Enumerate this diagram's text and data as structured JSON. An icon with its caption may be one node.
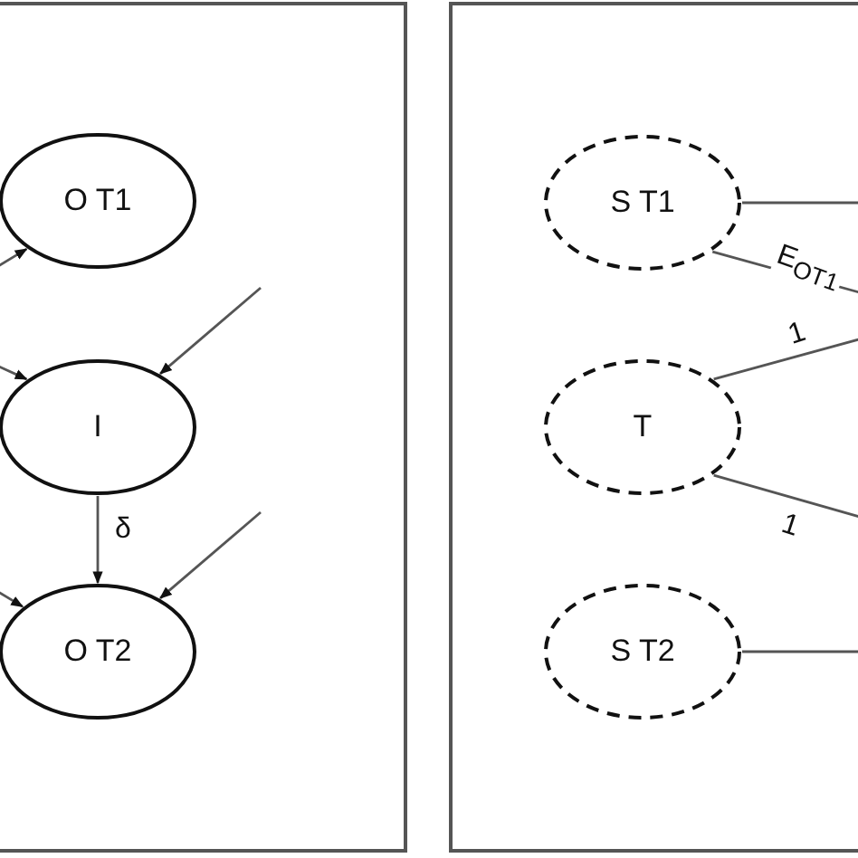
{
  "diagram": {
    "nodes": [
      {
        "text": [
          "O T1"
        ]
      },
      {
        "text": [
          "I"
        ]
      },
      {
        "text": [
          "O T2"
        ]
      },
      {
        "text": [
          "S T1"
        ]
      },
      {
        "text": [
          "T"
        ]
      },
      {
        "text": [
          "S T2"
        ]
      }
    ],
    "edges": [
      {
        "from": null,
        "to": 0,
        "arrow": "to"
      },
      {
        "from": null,
        "to": 1,
        "arrow": "to"
      },
      {
        "from": null,
        "to": 1,
        "arrow": "to"
      },
      {
        "from": 1,
        "to": 2,
        "arrow": "to",
        "label": "δ"
      },
      {
        "from": null,
        "to": 2,
        "arrow": "to"
      },
      {
        "from": null,
        "to": 2,
        "arrow": "to"
      },
      {
        "from": 3,
        "to": null,
        "arrow": "none"
      },
      {
        "from": 3,
        "to": null,
        "arrow": "none",
        "label": "E$_{OT1}$"
      },
      {
        "from": 4,
        "to": null,
        "arrow": "none",
        "label": "1"
      },
      {
        "from": 4,
        "to": null,
        "arrow": "none",
        "label": "1"
      },
      {
        "from": 5,
        "to": null,
        "arrow": "none"
      }
    ]
  }
}
